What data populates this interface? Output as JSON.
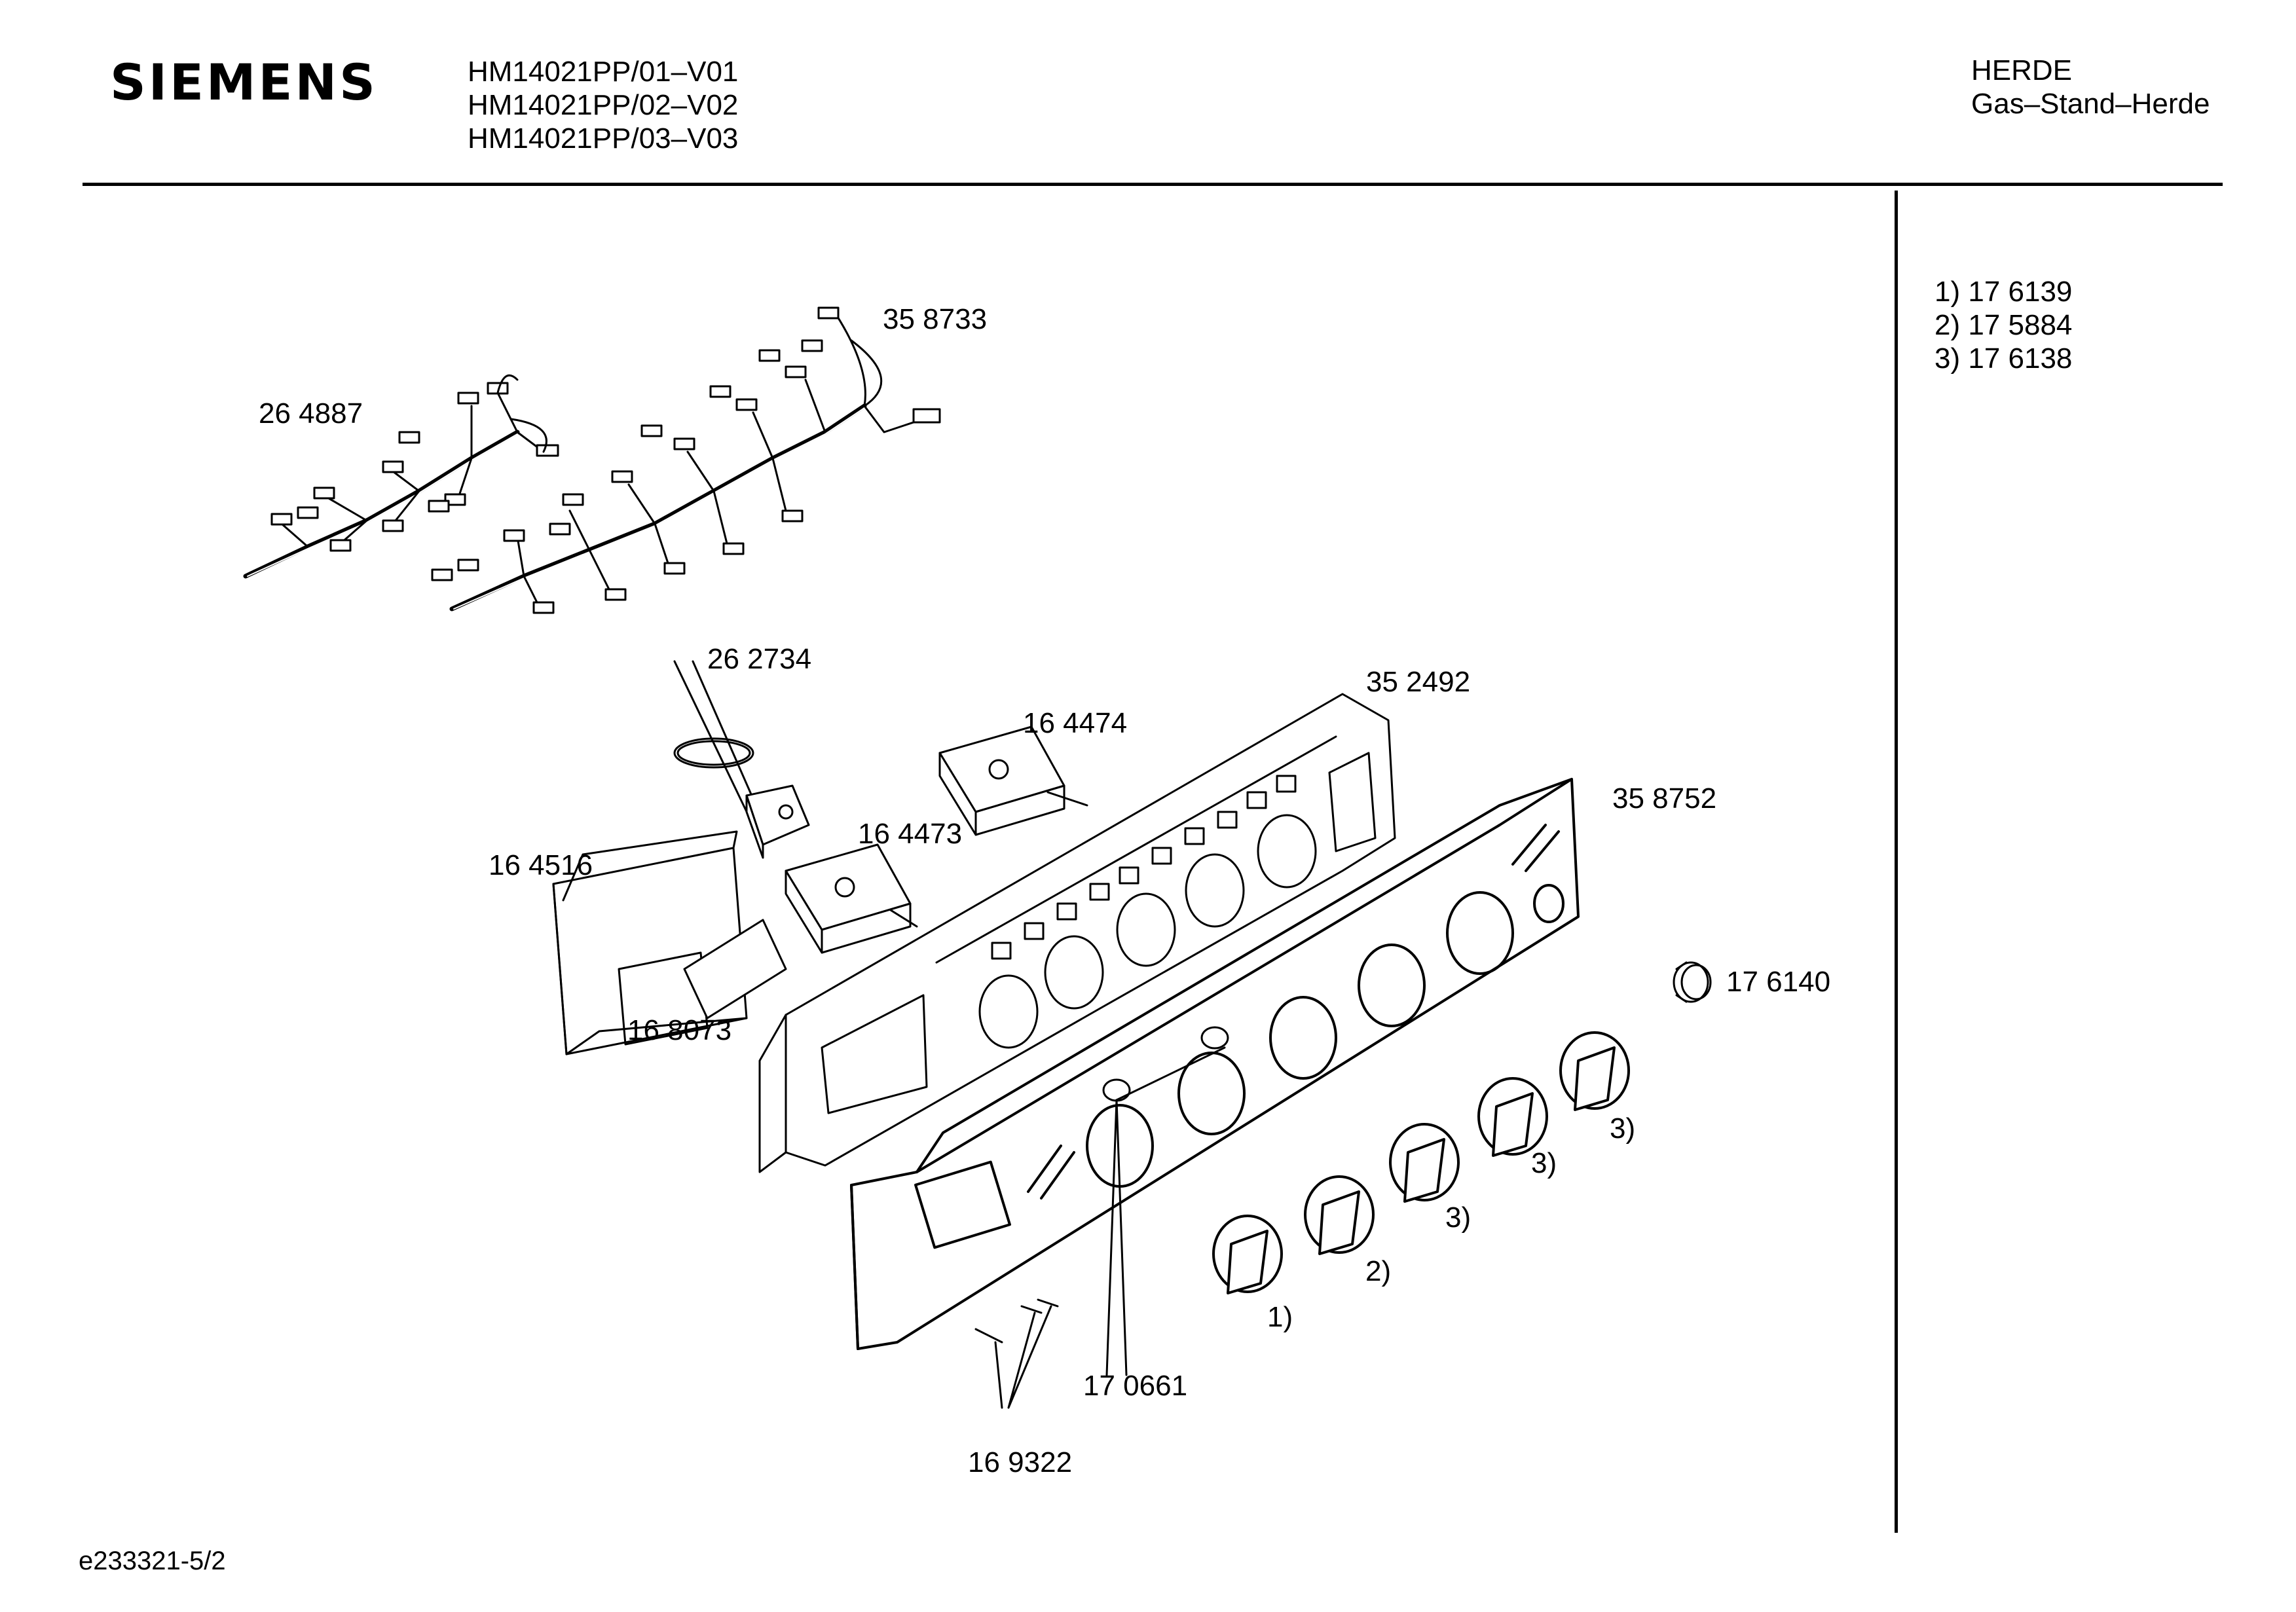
{
  "header": {
    "brand": "SIEMENS",
    "models": [
      "HM14021PP/01–V01",
      "HM14021PP/02–V02",
      "HM14021PP/03–V03"
    ],
    "category": "HERDE",
    "subcategory": "Gas–Stand–Herde"
  },
  "legend": [
    "1) 17 6139",
    "2) 17 5884",
    "3) 17 6138"
  ],
  "parts": {
    "harness_left": "26 4887",
    "harness_right": "35 8733",
    "thermocouple": "26 2734",
    "switch_large": "16 4474",
    "switch_small": "16 4473",
    "back_panel": "35 2492",
    "front_panel": "35 8752",
    "timer": "16 4516",
    "timer_lens": "16 8073",
    "indicator_lamp": "17 6140",
    "knob_1": "1)",
    "knob_2": "2)",
    "knob_3a": "3)",
    "knob_3b": "3)",
    "knob_3c": "3)",
    "spindle": "17 0661",
    "screw": "16 9322"
  },
  "footer": {
    "code": "e233321-5/2"
  }
}
